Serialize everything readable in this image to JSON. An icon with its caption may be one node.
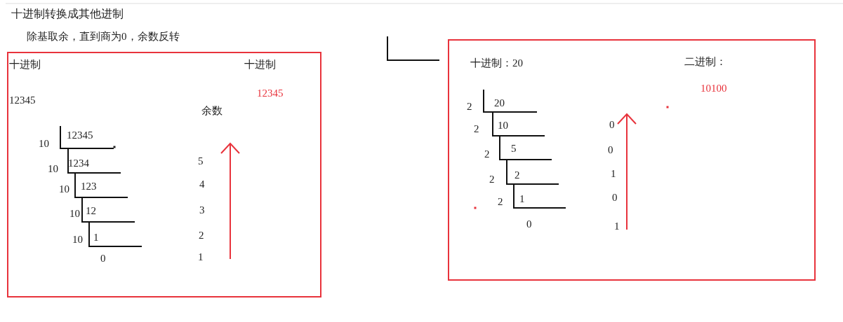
{
  "diagram": {
    "title": "十进制转换成其他进制",
    "nodes": [
      {
        "text": [
          "十进制",
          "十进制",
          "12345",
          "12345",
          "余数",
          "12345",
          "10",
          "1234",
          "5",
          "10",
          "123",
          "10",
          "4",
          "12",
          "10",
          "3",
          "10",
          "1",
          "2",
          "1",
          "0"
        ]
      },
      {
        "text": [
          "十进制：20",
          "二进制：",
          "10100",
          "20",
          "2",
          "10",
          "2",
          "0",
          "5",
          "2",
          "0",
          "2",
          "2",
          "1",
          "1",
          "2",
          "0",
          "0",
          "1"
        ]
      }
    ],
    "labels": [
      "除基取余，直到商为0，余数反转"
    ]
  }
}
